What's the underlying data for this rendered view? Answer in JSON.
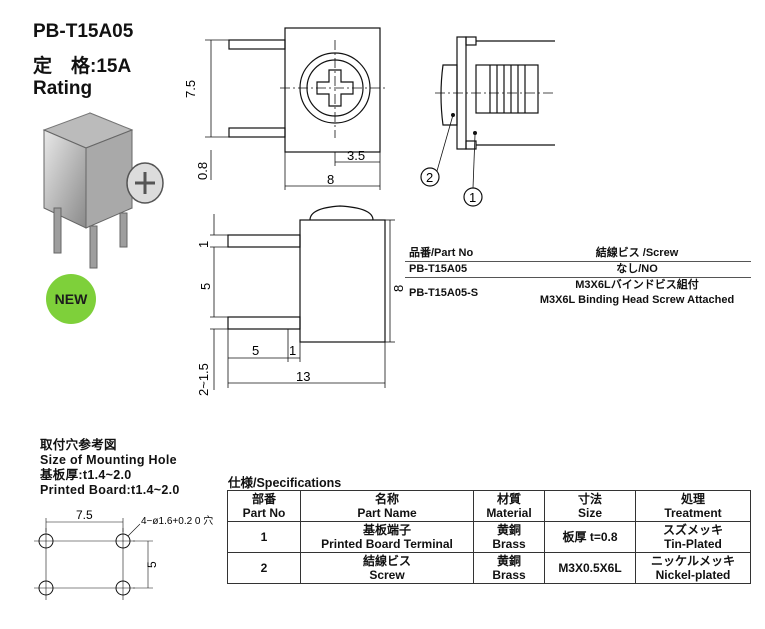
{
  "header": {
    "model": "PB-T15A05",
    "rating_jp": "定　格:15A",
    "rating_en": "Rating"
  },
  "badge": "NEW",
  "dims": {
    "d75": "7.5",
    "d08": "0.8",
    "d35": "3.5",
    "d8": "8",
    "d1": "1",
    "d5": "5",
    "d8b": "8",
    "d5b": "5",
    "d1b": "1",
    "d13": "13",
    "d215": "2~1.5"
  },
  "callouts": {
    "c1": "1",
    "c2": "2"
  },
  "part_table": {
    "headers": [
      "品番/Part No",
      "結線ビス /Screw"
    ],
    "rows": [
      {
        "part": "PB-T15A05",
        "screw": "なし/NO"
      },
      {
        "part": "PB-T15A05-S",
        "screw": "M3X6Lバインドビス組付",
        "screw2": "M3X6L Binding Head Screw Attached"
      }
    ]
  },
  "mounting": {
    "title_jp": "取付穴参考図",
    "title_en": "Size of Mounting Hole",
    "board_jp": "基板厚:t1.4~2.0",
    "board_en": "Printed Board:t1.4~2.0",
    "dim_x": "7.5",
    "dim_y": "5",
    "hole_note": "4−ø1.6+0.2 0 穴"
  },
  "spec": {
    "title": "仕様/Specifications",
    "headers": [
      {
        "jp": "部番",
        "en": "Part No"
      },
      {
        "jp": "名称",
        "en": "Part Name"
      },
      {
        "jp": "材質",
        "en": "Material"
      },
      {
        "jp": "寸法",
        "en": "Size"
      },
      {
        "jp": "処理",
        "en": "Treatment"
      }
    ],
    "rows": [
      {
        "no": "1",
        "name_jp": "基板端子",
        "name_en": "Printed Board Terminal",
        "mat_jp": "黄銅",
        "mat_en": "Brass",
        "size": "板厚 t=0.8",
        "treat_jp": "スズメッキ",
        "treat_en": "Tin-Plated"
      },
      {
        "no": "2",
        "name_jp": "結線ビス",
        "name_en": "Screw",
        "mat_jp": "黄銅",
        "mat_en": "Brass",
        "size": "M3X0.5X6L",
        "treat_jp": "ニッケルメッキ",
        "treat_en": "Nickel-plated"
      }
    ]
  }
}
